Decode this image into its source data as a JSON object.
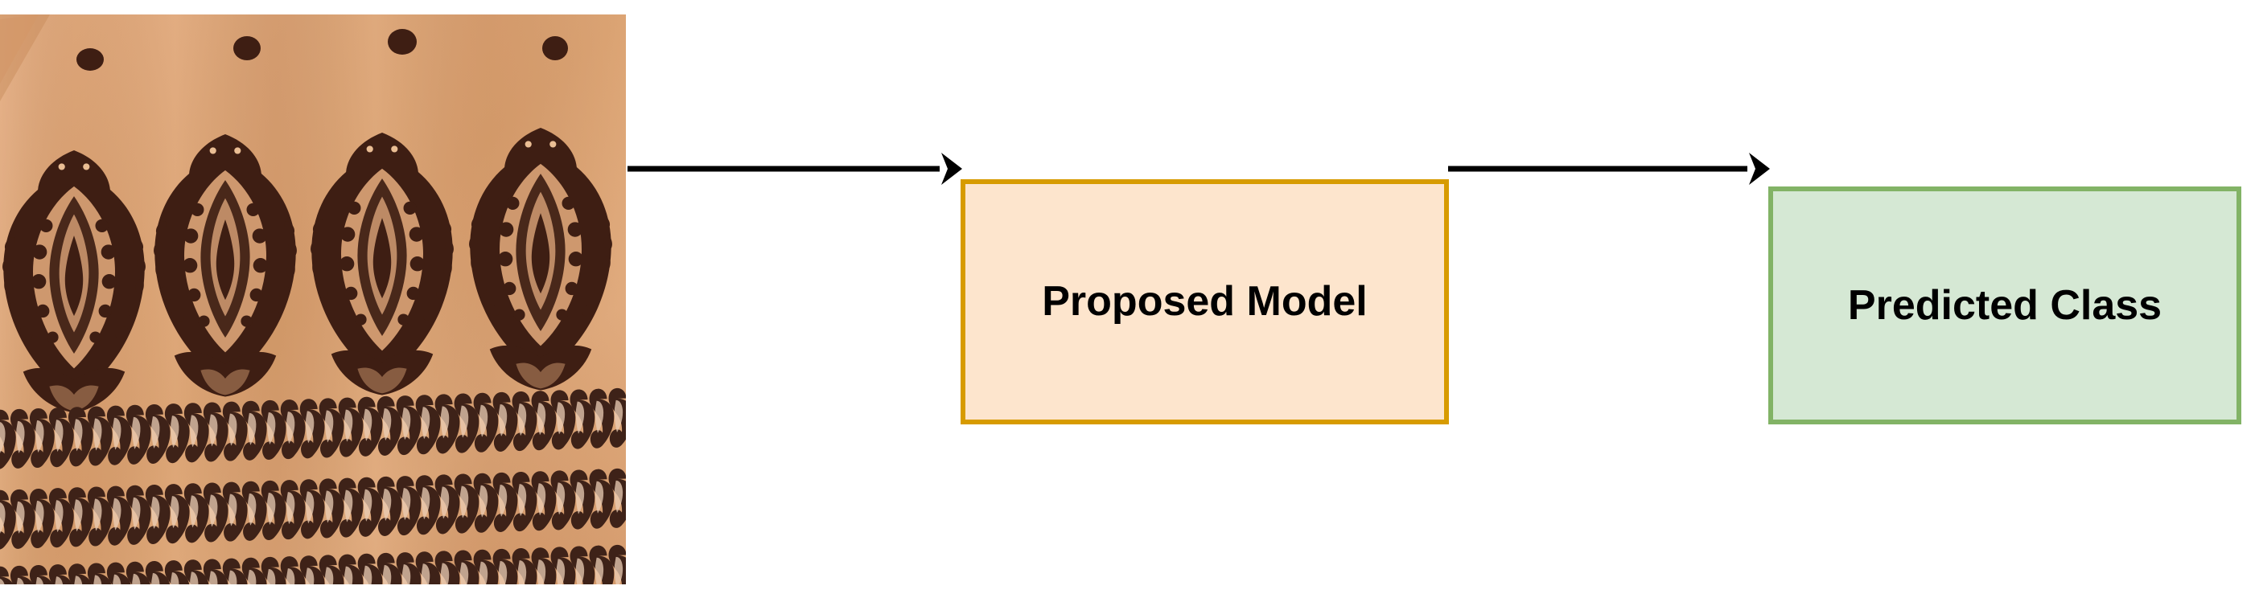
{
  "diagram": {
    "title": "Proposed Model Prediction Pipeline",
    "type": "flow",
    "background_color": "#ffffff",
    "nodes": [
      {
        "id": "input-image",
        "kind": "image",
        "label": "",
        "description": "Photograph of handloom textile with dark brown paisley (butta) motifs on peach fabric",
        "fill": "#e0a070",
        "border": "none"
      },
      {
        "id": "proposed-model",
        "kind": "process",
        "label": "Proposed Model",
        "fill": "#fde5cd",
        "border": "#d79b00",
        "text_color": "#000000"
      },
      {
        "id": "predicted-class",
        "kind": "output",
        "label": "Predicted Class",
        "fill": "#d5e8d4",
        "border": "#82b366",
        "text_color": "#000000"
      }
    ],
    "edges": [
      {
        "id": "edge-1",
        "from": "input-image",
        "to": "proposed-model",
        "label": "",
        "color": "#000000",
        "arrowhead": "filled-triangle"
      },
      {
        "id": "edge-2",
        "from": "proposed-model",
        "to": "predicted-class",
        "label": "",
        "color": "#000000",
        "arrowhead": "filled-triangle"
      }
    ],
    "photo": {
      "fabric_color": "#e0a070",
      "motif_color": "#3a1c14",
      "motif_count_top_dots": 4,
      "motif_count_paisley": 4,
      "border_band_rows": 3
    }
  }
}
